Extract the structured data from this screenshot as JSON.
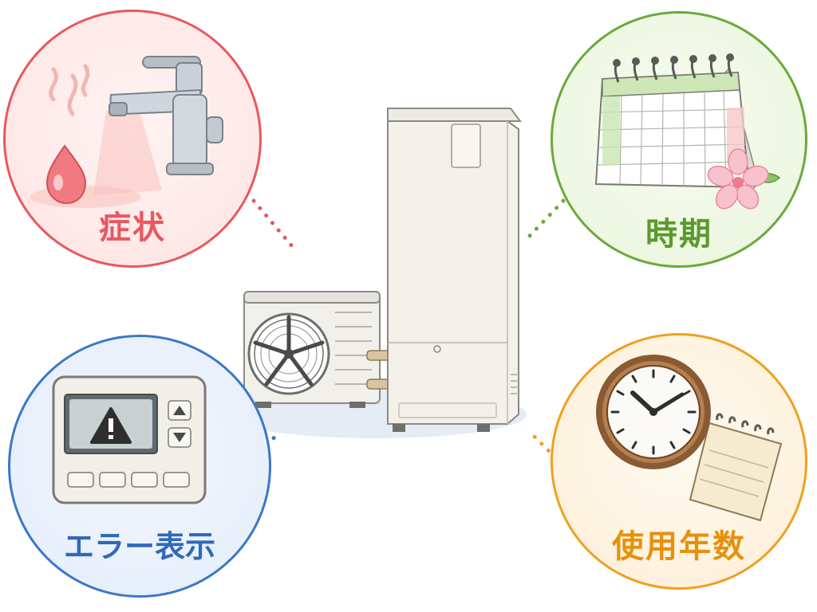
{
  "colors": {
    "symptom": "#e8585f",
    "timing": "#6aaa3c",
    "error": "#3a78c8",
    "years": "#f0a020"
  },
  "bubbles": {
    "symptom": {
      "label": "症状",
      "icons": [
        "faucet-icon",
        "water-drop-icon",
        "steam-icon"
      ]
    },
    "timing": {
      "label": "時期",
      "icons": [
        "calendar-icon",
        "cherry-blossom-icon"
      ]
    },
    "error": {
      "label": "エラー表示",
      "icons": [
        "remote-controller-icon",
        "warning-icon",
        "arrow-up-icon",
        "arrow-down-icon"
      ]
    },
    "years": {
      "label": "使用年数",
      "icons": [
        "wall-clock-icon",
        "notepad-icon"
      ]
    }
  },
  "center": {
    "icons": [
      "heat-pump-outdoor-unit-icon",
      "hot-water-tank-icon"
    ]
  }
}
